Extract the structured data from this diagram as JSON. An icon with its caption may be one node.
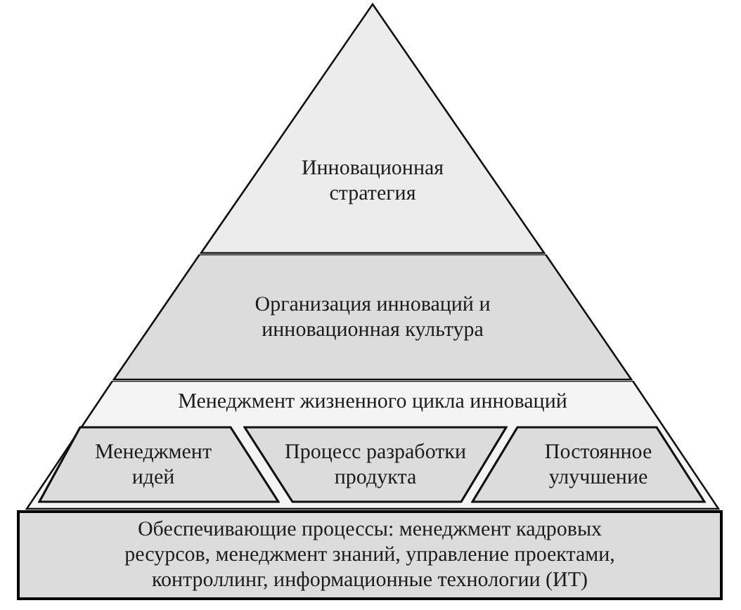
{
  "diagram": {
    "nodes": [
      {
        "text": [
          "Инновационная стратегия"
        ]
      },
      {
        "text": [
          "Организация инноваций и инновационная культура"
        ]
      },
      {
        "text": [
          "Менеджмент жизненного цикла инноваций"
        ]
      },
      {
        "text": [
          "Менеджмент идей"
        ],
        "in": 2
      },
      {
        "text": [
          "Процесс разработки продукта"
        ],
        "in": 2
      },
      {
        "text": [
          "Постоянное улучшение"
        ],
        "in": 2
      },
      {
        "text": [
          "Обеспечивающие процессы: менеджмент кадровых ресурсов, менеджмент знаний, управление проектами, контроллинг, информационные технологии (ИТ)"
        ]
      }
    ]
  }
}
